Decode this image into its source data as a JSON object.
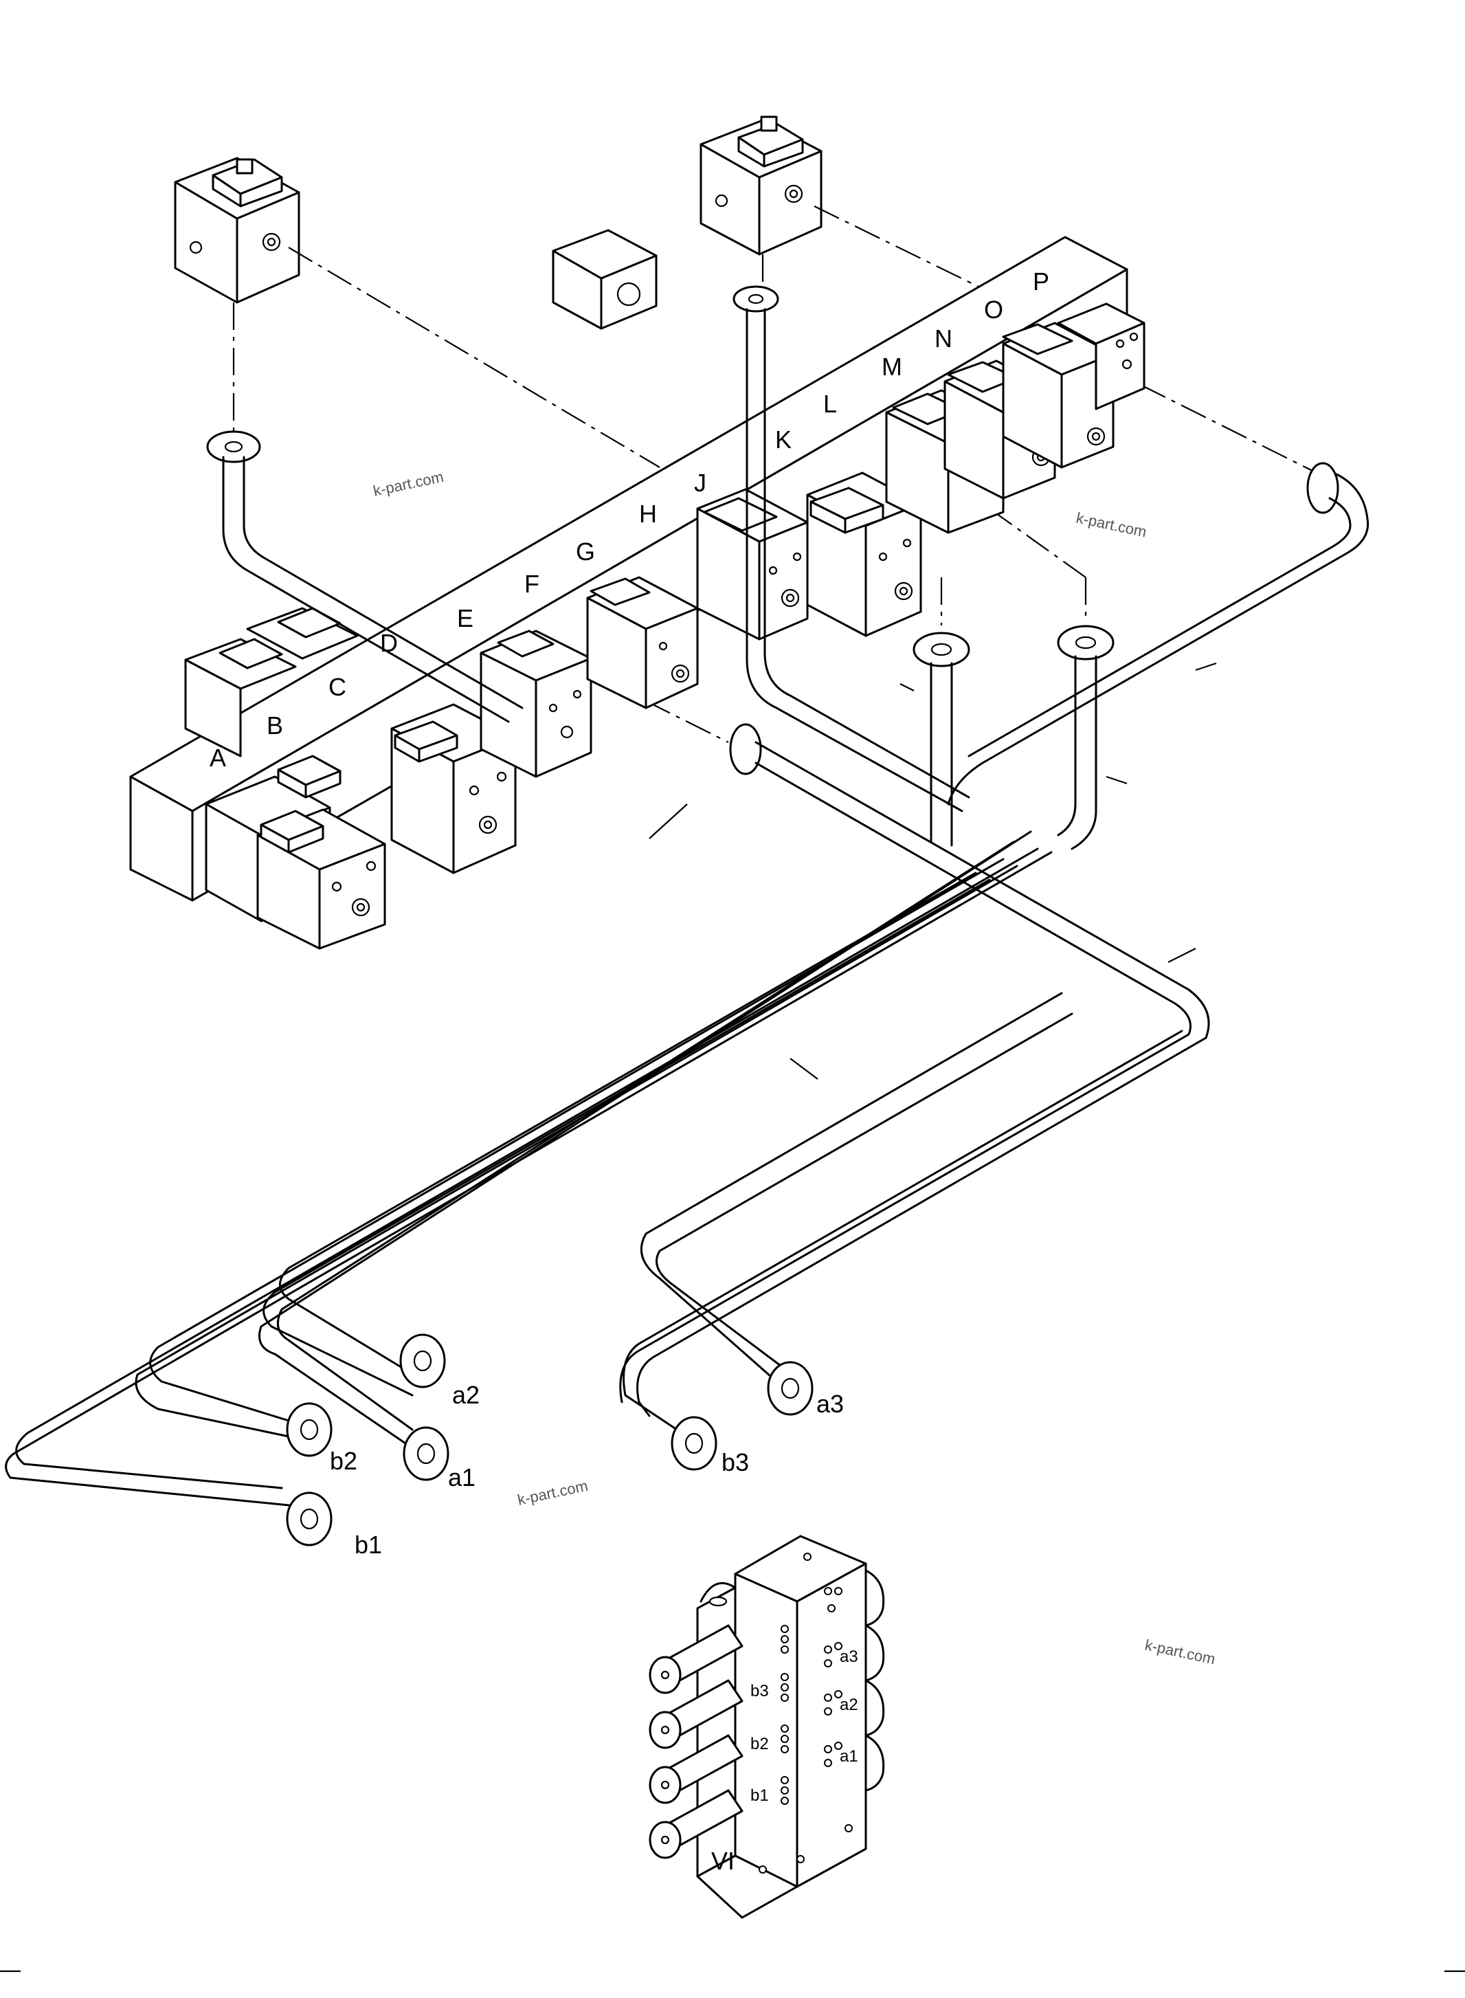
{
  "section_letters": [
    "A",
    "B",
    "C",
    "D",
    "E",
    "F",
    "G",
    "H",
    "J",
    "K",
    "L",
    "M",
    "N",
    "O",
    "P"
  ],
  "port_labels": {
    "a1": "a1",
    "a2": "a2",
    "a3": "a3",
    "b1": "b1",
    "b2": "b2",
    "b3": "b3"
  },
  "valve_block": {
    "port_labels": [
      "a3",
      "a2",
      "a1",
      "b3",
      "b2",
      "b1"
    ],
    "section_mark": "VI"
  },
  "watermark": "k-part.com"
}
